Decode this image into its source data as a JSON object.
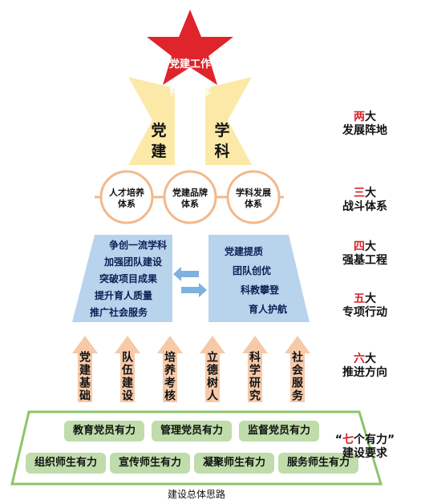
{
  "branch": {
    "line1": "党建工作",
    "line2": "样板支部"
  },
  "bases": [
    {
      "label": "党\n建"
    },
    {
      "label": "学\n科"
    }
  ],
  "circles": [
    {
      "label": "人才培养\n体系"
    },
    {
      "label": "党建品牌\n体系"
    },
    {
      "label": "学科发展\n体系"
    }
  ],
  "left_actions": [
    "争创一流学科",
    "加强团队建设",
    "突破项目成果",
    "提升育人质量",
    "推广社会服务"
  ],
  "right_actions": [
    "党建提质",
    "团队创优",
    "科教攀登",
    "育人护航"
  ],
  "arrows": [
    {
      "label": "党建基础"
    },
    {
      "label": "队伍建设"
    },
    {
      "label": "培养考核"
    },
    {
      "label": "立德树人"
    },
    {
      "label": "科学研究"
    },
    {
      "label": "社会服务"
    }
  ],
  "requirements_row1": [
    "教育党员有力",
    "管理党员有力",
    "监督党员有力"
  ],
  "requirements_row2": [
    "组织师生有力",
    "宣传师生有力",
    "凝聚师生有力",
    "服务师生有力"
  ],
  "side_labels": [
    {
      "num": "两",
      "rest": "大",
      "line2": "发展阵地"
    },
    {
      "num": "三",
      "rest": "大",
      "line2": "战斗体系"
    },
    {
      "num": "四",
      "rest": "大",
      "line2": "强基工程"
    },
    {
      "num": "五",
      "rest": "大",
      "line2": "专项行动"
    },
    {
      "num": "六",
      "rest": "大",
      "line2": "推进方向"
    },
    {
      "pre": "“",
      "num": "七",
      "rest": "个有力”",
      "line2": "建设要求"
    }
  ],
  "caption": "建设总体思路",
  "colors": {
    "star": "#e0242b",
    "base": "#fce9a8",
    "circle_stroke": "#f2b98c",
    "action": "#b8d3ec",
    "arrow": "#f6c9a9",
    "pill": "#bfdcaa",
    "frame": "#8dc46a",
    "highlight": "#d8232a"
  }
}
